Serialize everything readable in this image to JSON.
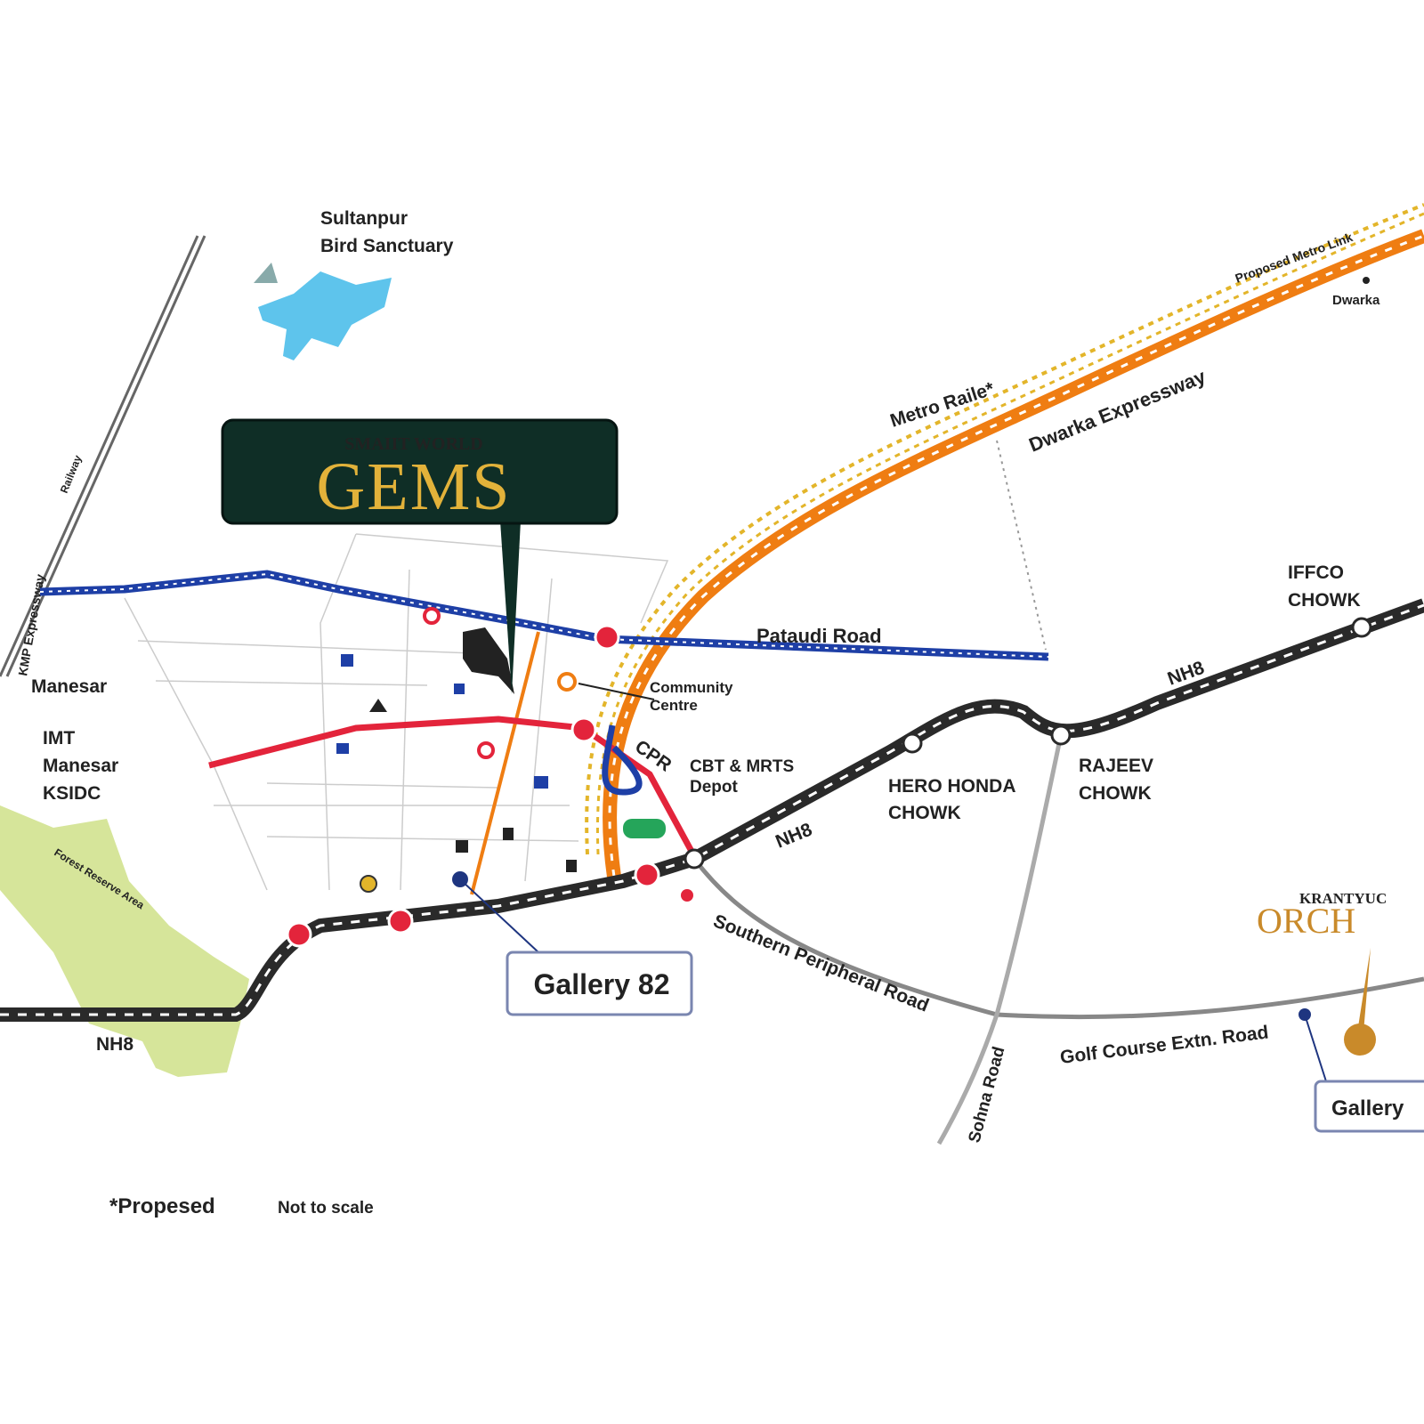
{
  "project": {
    "brand_line": "SMAIIT WORLD",
    "name": "GEMS"
  },
  "other_project": {
    "brand_line": "KRANTYUC",
    "name": "ORCH"
  },
  "places": {
    "sultanpur": "Sultanpur",
    "sanctuary": "Bird Sanctuary",
    "manesar": "Manesar",
    "imt_1": "IMT",
    "imt_2": "Manesar",
    "imt_3": "KSIDC",
    "hero_1": "HERO HONDA",
    "hero_2": "CHOWK",
    "rajiv_1": "RAJEEV",
    "rajiv_2": "CHOWK",
    "iffco_1": "IFFCO",
    "iffco_2": "CHOWK",
    "cbt_1": "CBT & MRTS",
    "cbt_2": "Depot",
    "community_1": "Community",
    "community_2": "Centre",
    "cpr": "CPR",
    "dwarka_pt": "Dwarka"
  },
  "roads": {
    "pataudi": "Pataudi Road",
    "metro": "Metro Raile*",
    "dwarka": "Dwarka Expressway",
    "nh8_main": "NH8",
    "nh8_mid": "NH8",
    "nh8_right": "NH8",
    "spr": "Southern Peripheral Road",
    "golf": "Golf Course Extn. Road",
    "sohna": "Sohna Road",
    "railway": "Railway",
    "forest": "Forest Reserve Area",
    "kmp": "KMP Expressway",
    "ring": "Proposed Metro Link"
  },
  "callouts": {
    "gallery82": "Gallery 82",
    "gallery_right": "Gallery"
  },
  "legend": {
    "proposed": "*Propesed",
    "not_to_scale": "Not to scale"
  },
  "colors": {
    "gems_bg": "#0f2e26",
    "gold": "#d9a72c",
    "orange": "#ef7d12",
    "metro": "#e3b52a",
    "blue_road": "#1e3fa6",
    "red_road": "#e3243b",
    "nh8": "#2a2a2a",
    "lake": "#5ec4ec",
    "forest": "#d6e59a"
  }
}
